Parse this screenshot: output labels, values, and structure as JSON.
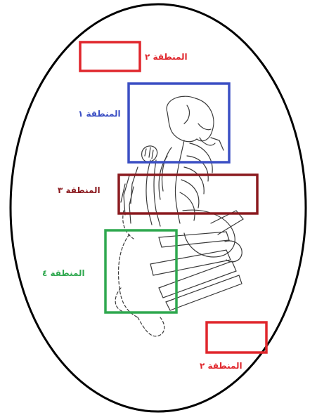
{
  "regions": [
    {
      "id": "region-1",
      "label": "المنطقة ١",
      "color": "#3b4fc4"
    },
    {
      "id": "region-2-top",
      "label": "المنطقة ٢",
      "color": "#e0262c"
    },
    {
      "id": "region-3",
      "label": "المنطقة ٣",
      "color": "#8b1a1f"
    },
    {
      "id": "region-4",
      "label": "المنطقة ٤",
      "color": "#2fa84f"
    },
    {
      "id": "region-2-bottom",
      "label": "المنطقة ٢",
      "color": "#e0262c"
    }
  ],
  "colors": {
    "outline": "#000000",
    "sketch": "#3a3a3a",
    "background": "#ffffff"
  }
}
